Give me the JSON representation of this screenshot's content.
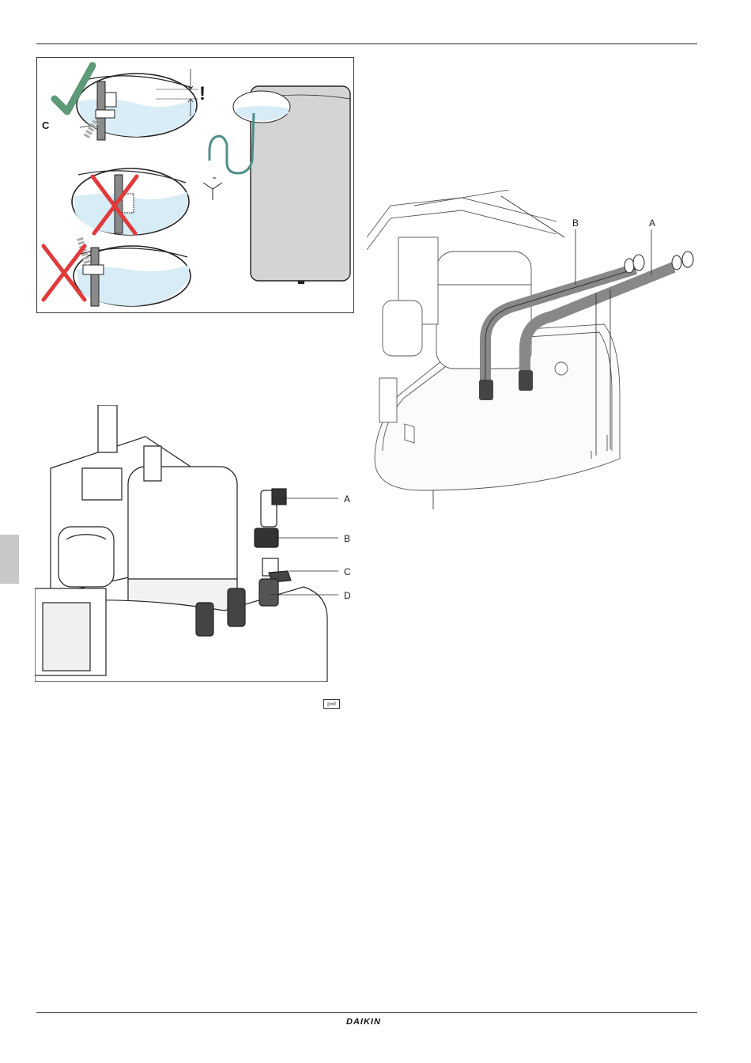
{
  "figures": {
    "drain": {
      "label_c": "C",
      "warning_mark": "!",
      "check_color": "#5d9a78",
      "cross_color": "#e03a3a",
      "water_color": "#d8ecf6",
      "tank_color": "#d4d4d4",
      "hose_color": "#4f8f88"
    },
    "connections": {
      "labels": [
        "A",
        "B",
        "C",
        "D"
      ]
    },
    "hoses": {
      "labels": [
        "B",
        "A"
      ],
      "hose_color": "#888888"
    }
  },
  "icons": {
    "pressure_zero": "p=0"
  },
  "footer": {
    "brand": "DAIKIN"
  }
}
